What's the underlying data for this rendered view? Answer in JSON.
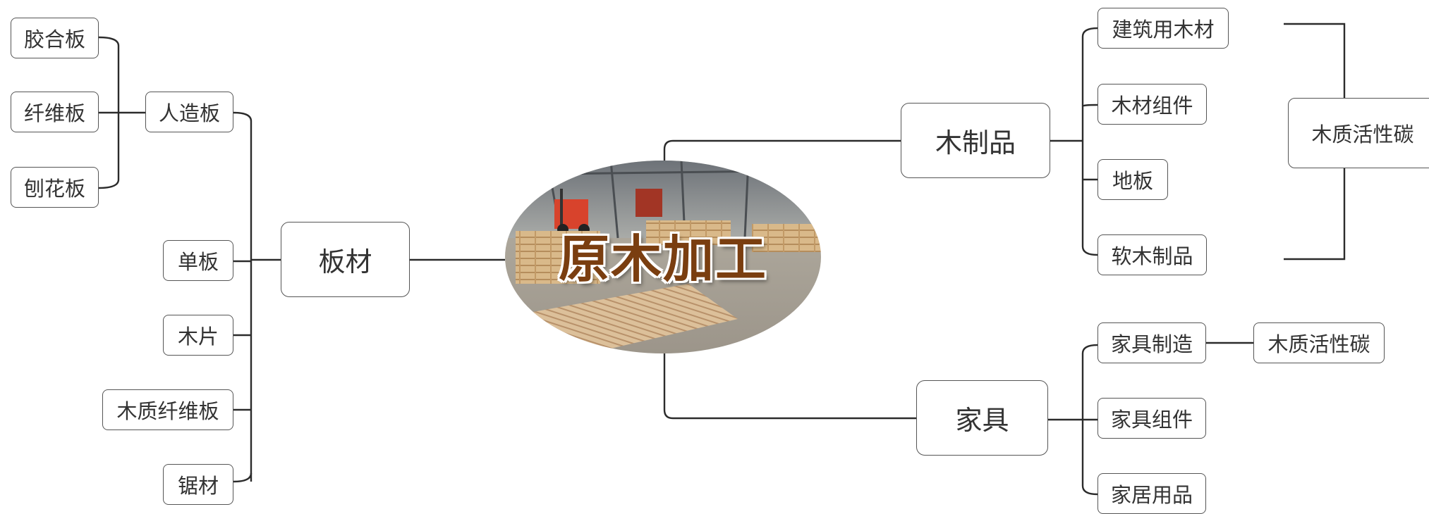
{
  "center": {
    "label": "原木加工"
  },
  "left": {
    "main": "板材",
    "artificial_board": "人造板",
    "artificial_children": [
      "胶合板",
      "纤维板",
      "刨花板"
    ],
    "veneer": "单板",
    "wood_chip": "木片",
    "wood_fiberboard": "木质纤维板",
    "sawn_timber": "锯材"
  },
  "right": {
    "wood_products": {
      "label": "木制品",
      "children": [
        "建筑用木材",
        "木材组件",
        "地板",
        "软木制品"
      ],
      "summary": "木质活性碳"
    },
    "furniture": {
      "label": "家具",
      "children": [
        "家具制造",
        "家具组件",
        "家居用品"
      ],
      "manufacturing_child": "木质活性碳"
    }
  }
}
